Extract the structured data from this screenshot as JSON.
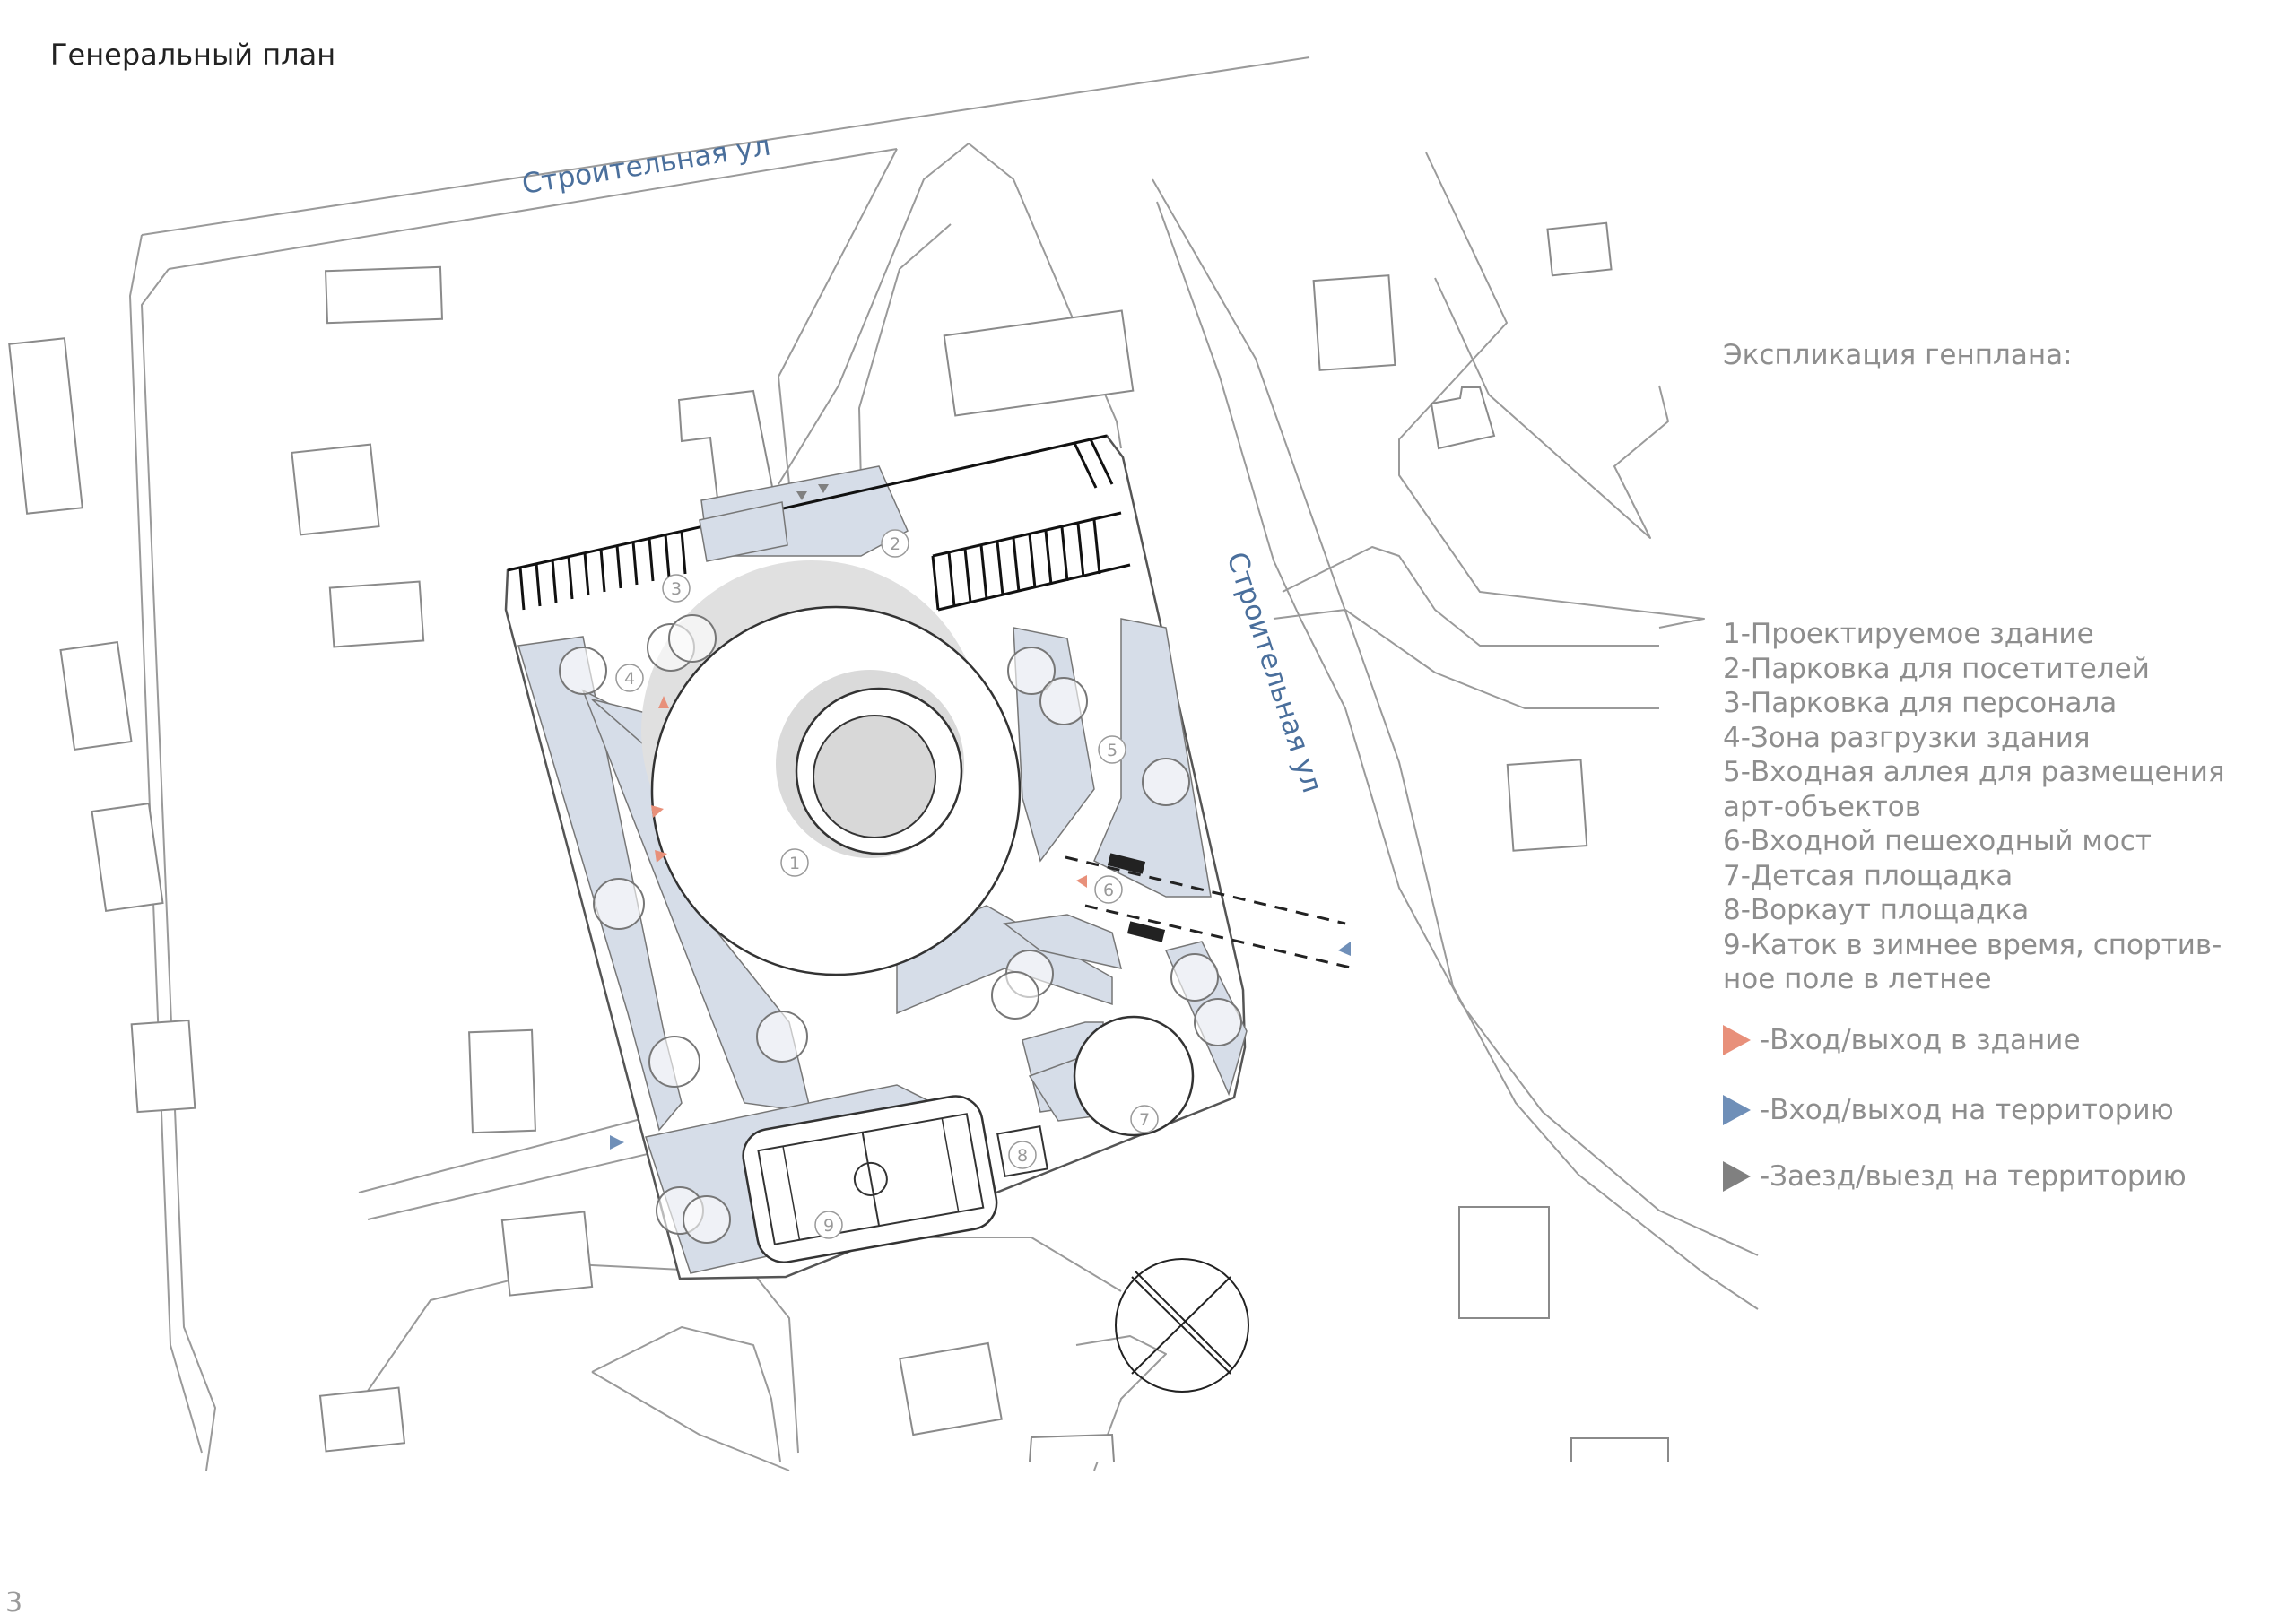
{
  "page": {
    "title": "Генеральный план",
    "page_number": "3"
  },
  "map": {
    "streets": [
      "Строительная ул",
      "Строительная ул"
    ],
    "zone_markers": [
      "1",
      "2",
      "3",
      "4",
      "5",
      "6",
      "7",
      "8",
      "9"
    ]
  },
  "explication": {
    "title": "Экспликация генплана:",
    "items": [
      "1-Проектируемое здание",
      "2-Парковка для посетителей",
      "3-Парковка для персонала",
      "4-Зона разгрузки здания",
      "5-Входная аллея для размещения арт-объектов",
      "6-Входной пешеходный мост",
      "7-Детсая площадка",
      "8-Воркаут площадка",
      "9-Каток в зимнее время, спортив-ное поле в летнее"
    ]
  },
  "key": [
    {
      "label": "-Вход/выход в здание",
      "color": "#e8907a"
    },
    {
      "label": "-Вход/выход на территорию",
      "color": "#6f8fb8"
    },
    {
      "label": "-Заезд/выезд на территорию",
      "color": "#808080"
    }
  ],
  "colors": {
    "landscape": "#d6dde8",
    "street_label": "#4a6f9c",
    "line": "#8a8a8a"
  }
}
